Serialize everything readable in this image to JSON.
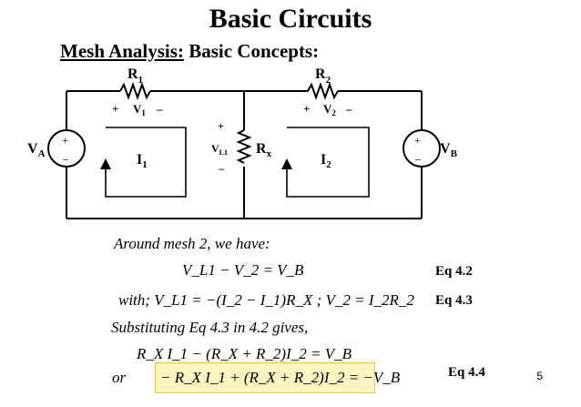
{
  "title": "Basic Circuits",
  "subtitle": {
    "part1": "Mesh Analysis:",
    "part2": "Basic Concepts:"
  },
  "circuit": {
    "R1": {
      "main": "R",
      "sub": "1"
    },
    "R2": {
      "main": "R",
      "sub": "2"
    },
    "Rx": {
      "main": "R",
      "sub": "x"
    },
    "VA": {
      "main": "V",
      "sub": "A"
    },
    "VB": {
      "main": "V",
      "sub": "B"
    },
    "I1": {
      "main": "I",
      "sub": "1"
    },
    "I2": {
      "main": "I",
      "sub": "2"
    },
    "V1": {
      "main": "V",
      "sub": "1"
    },
    "V2": {
      "main": "V",
      "sub": "2"
    },
    "VL1": {
      "main": "V",
      "sub": "L1"
    },
    "plus": "+",
    "minus": "–"
  },
  "equations": {
    "line1": "Around mesh 2, we have:",
    "line2": "V_L1 − V_2 = V_B",
    "line3": "with; V_L1 = −(I_2 − I_1)R_X ;   V_2 = I_2R_2",
    "line4": "Substituting Eq 4.3 in 4.2 gives,",
    "line5": "R_X I_1 − (R_X + R_2)I_2 = V_B",
    "line6_or": "or",
    "line6": "− R_X I_1 + (R_X + R_2)I_2 = −V_B"
  },
  "eq_labels": {
    "eq42": "Eq 4.2",
    "eq43": "Eq 4.3",
    "eq44": "Eq 4.4"
  },
  "page_number": "5",
  "colors": {
    "highlight_fill": "#fdf5c0",
    "highlight_border": "#e9c93b"
  }
}
